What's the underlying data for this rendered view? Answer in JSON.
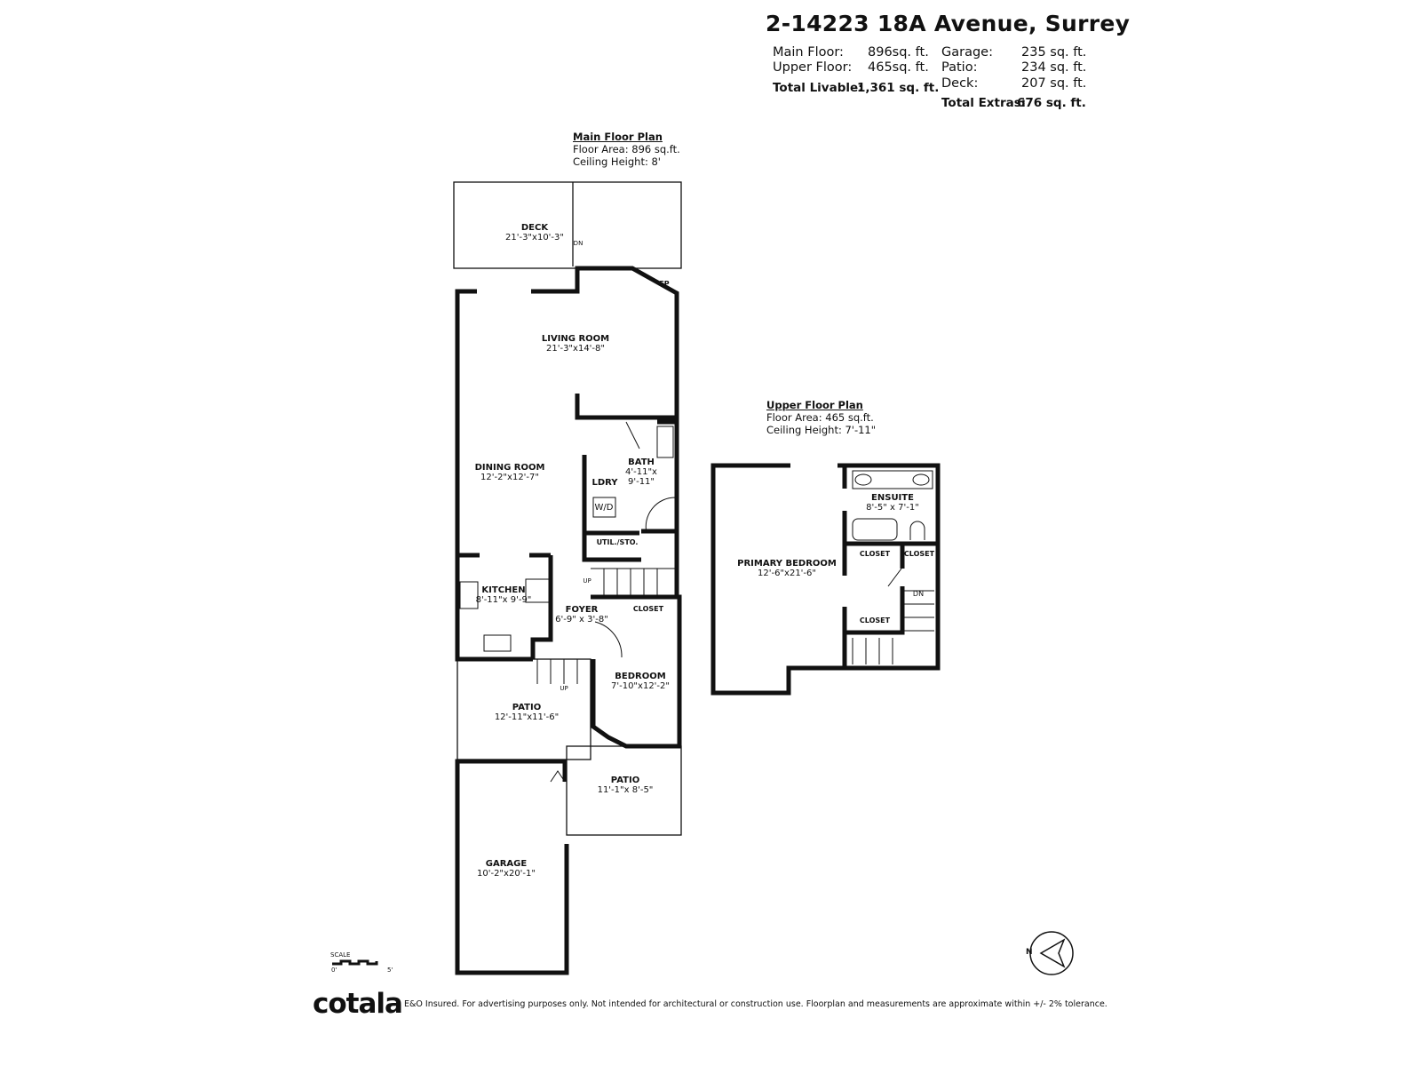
{
  "header": {
    "address": "2-14223 18A Avenue, Surrey",
    "stats_left": [
      {
        "label": "Main Floor:",
        "value": "896sq. ft."
      },
      {
        "label": "Upper Floor:",
        "value": "465sq. ft."
      }
    ],
    "total_livable": {
      "label": "Total Livable:",
      "value": "1,361 sq. ft."
    },
    "stats_right": [
      {
        "label": "Garage:",
        "value": "235 sq. ft."
      },
      {
        "label": "Patio:",
        "value": "234 sq. ft."
      },
      {
        "label": "Deck:",
        "value": "207 sq. ft."
      }
    ],
    "total_extras": {
      "label": "Total Extras:",
      "value": "676 sq. ft."
    }
  },
  "main_plan": {
    "title": "Main Floor Plan",
    "area": "Floor Area: 896 sq.ft.",
    "ceiling": "Ceiling Height: 8'",
    "rooms": [
      {
        "name": "DECK",
        "dims": "21'-3\"x10'-3\""
      },
      {
        "name": "LIVING ROOM",
        "dims": "21'-3\"x14'-8\""
      },
      {
        "name": "DINING ROOM",
        "dims": "12'-2\"x12'-7\""
      },
      {
        "name": "BATH",
        "dims": "4'-11\"x 9'-11\""
      },
      {
        "name": "LDRY",
        "dims": ""
      },
      {
        "name": "KITCHEN",
        "dims": "8'-11\"x 9'-9\""
      },
      {
        "name": "FOYER",
        "dims": "6'-9\" x 3'-8\""
      },
      {
        "name": "BEDROOM",
        "dims": "7'-10\"x12'-2\""
      },
      {
        "name": "PATIO",
        "dims": "12'-11\"x11'-6\""
      },
      {
        "name": "PATIO",
        "dims": "11'-1\"x 8'-5\""
      },
      {
        "name": "GARAGE",
        "dims": "10'-2\"x20'-1\""
      }
    ],
    "labels": {
      "util": "UTIL./STO.",
      "closet": "CLOSET",
      "fp": "FP",
      "wd": "W/D",
      "up1": "UP",
      "up2": "UP",
      "dn": "DN"
    }
  },
  "upper_plan": {
    "title": "Upper Floor Plan",
    "area": "Floor Area: 465 sq.ft.",
    "ceiling": "Ceiling Height: 7'-11\"",
    "rooms": [
      {
        "name": "PRIMARY BEDROOM",
        "dims": "12'-6\"x21'-6\""
      },
      {
        "name": "ENSUITE",
        "dims": "8'-5\" x 7'-1\""
      }
    ],
    "labels": {
      "closet1": "CLOSET",
      "closet2": "CLOSET",
      "closet3": "CLOSET",
      "dn": "DN"
    }
  },
  "scale": {
    "label": "SCALE",
    "start": "0'",
    "end": "5'"
  },
  "compass": {
    "label": "N",
    "icon": "north-arrow-icon"
  },
  "footer": {
    "logo": "cotala",
    "disclaimer": "E&O Insured. For advertising purposes only. Not intended for architectural or construction use. Floorplan and measurements are approximate within +/- 2% tolerance."
  }
}
